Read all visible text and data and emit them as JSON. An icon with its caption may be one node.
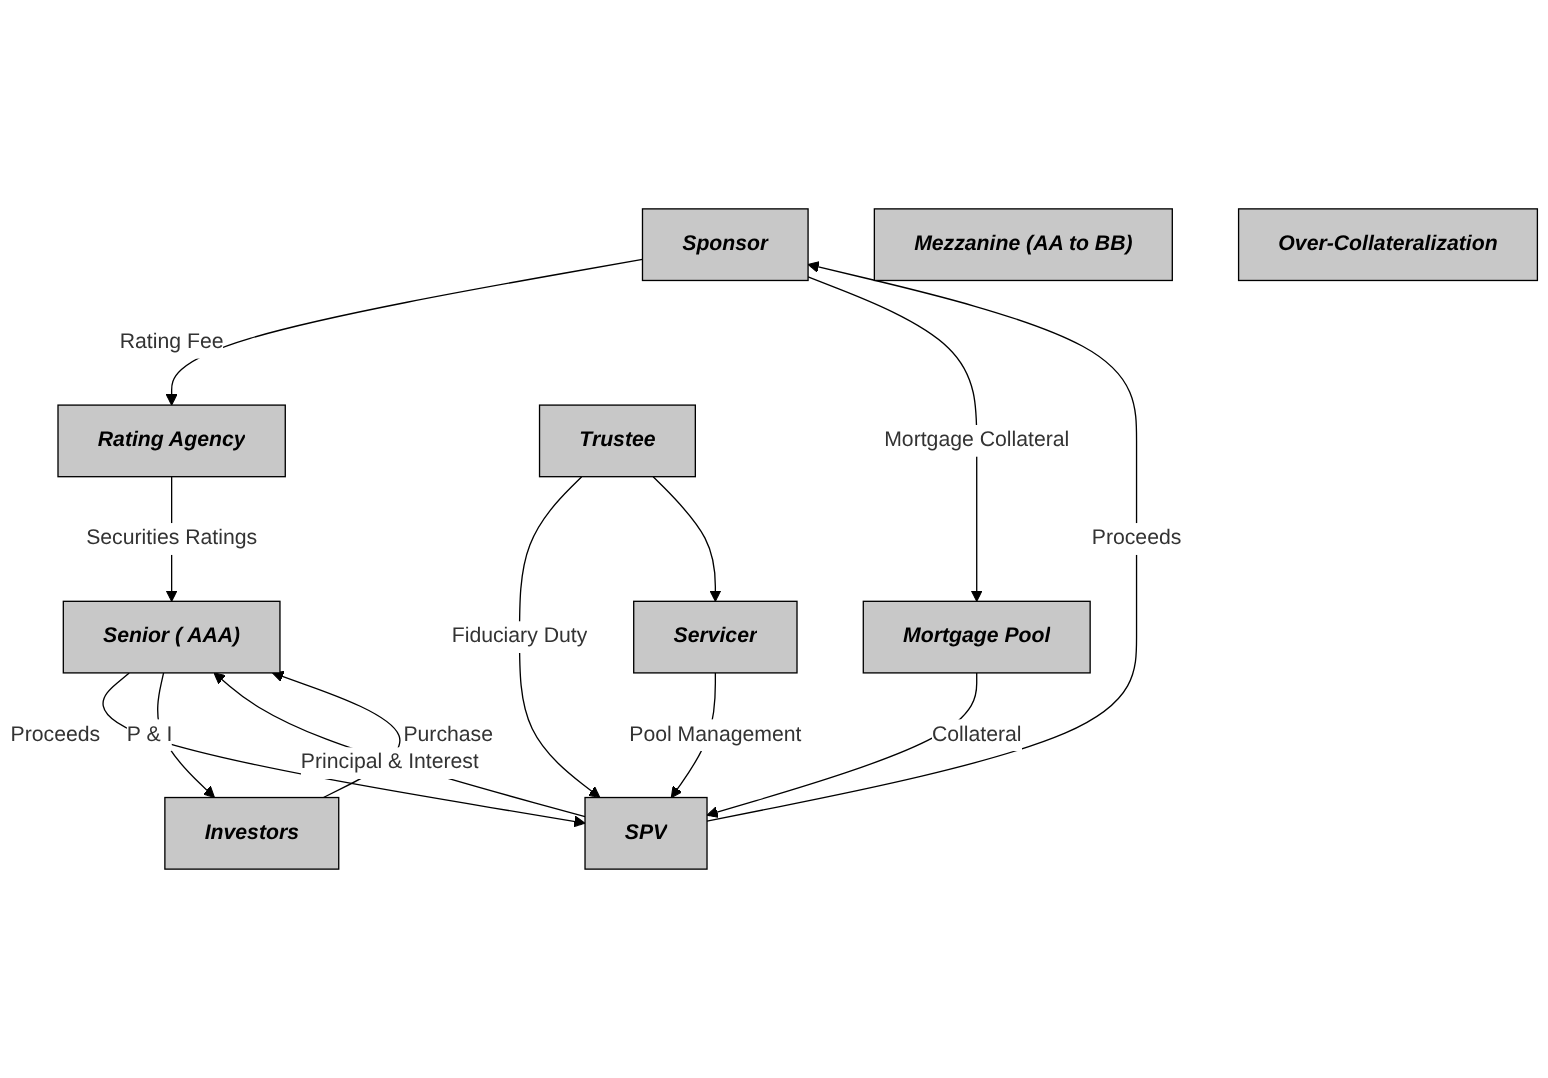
{
  "diagram": {
    "nodes": [
      {
        "text": [
          "Sponsor"
        ]
      },
      {
        "text": [
          "Rating Agency"
        ]
      },
      {
        "text": [
          "Mortgage Pool"
        ]
      },
      {
        "text": [
          "SPV"
        ]
      },
      {
        "text": [
          "Senior ( AAA)"
        ]
      },
      {
        "text": [
          "Mezzanine (AA to BB)"
        ]
      },
      {
        "text": [
          "Over-Collateralization"
        ]
      },
      {
        "text": [
          "Investors"
        ]
      },
      {
        "text": [
          "Trustee"
        ]
      },
      {
        "text": [
          "Servicer"
        ]
      }
    ],
    "edges": [
      {
        "from": 0,
        "to": 1,
        "arrow": "to",
        "label": "Rating Fee"
      },
      {
        "from": 0,
        "to": 2,
        "arrow": "to",
        "label": "Mortgage Collateral"
      },
      {
        "from": 1,
        "to": 4,
        "arrow": "to",
        "label": "Securities Ratings"
      },
      {
        "from": 3,
        "to": 0,
        "arrow": "to",
        "label": "Proceeds"
      },
      {
        "from": 4,
        "to": 3,
        "arrow": "to",
        "label": "Proceeds"
      },
      {
        "from": 7,
        "to": 4,
        "arrow": "to",
        "label": "Purchase"
      },
      {
        "from": 2,
        "to": 3,
        "arrow": "to",
        "label": "Collateral"
      },
      {
        "from": 3,
        "to": 4,
        "arrow": "to",
        "label": "Principal & Interest"
      },
      {
        "from": 4,
        "to": 7,
        "arrow": "to",
        "label": "P & I"
      },
      {
        "from": 9,
        "to": 3,
        "arrow": "to",
        "label": "Pool Management"
      },
      {
        "from": 8,
        "to": 3,
        "arrow": "to",
        "label": "Fiduciary Duty"
      },
      {
        "from": 8,
        "to": 9,
        "arrow": "to"
      }
    ]
  }
}
